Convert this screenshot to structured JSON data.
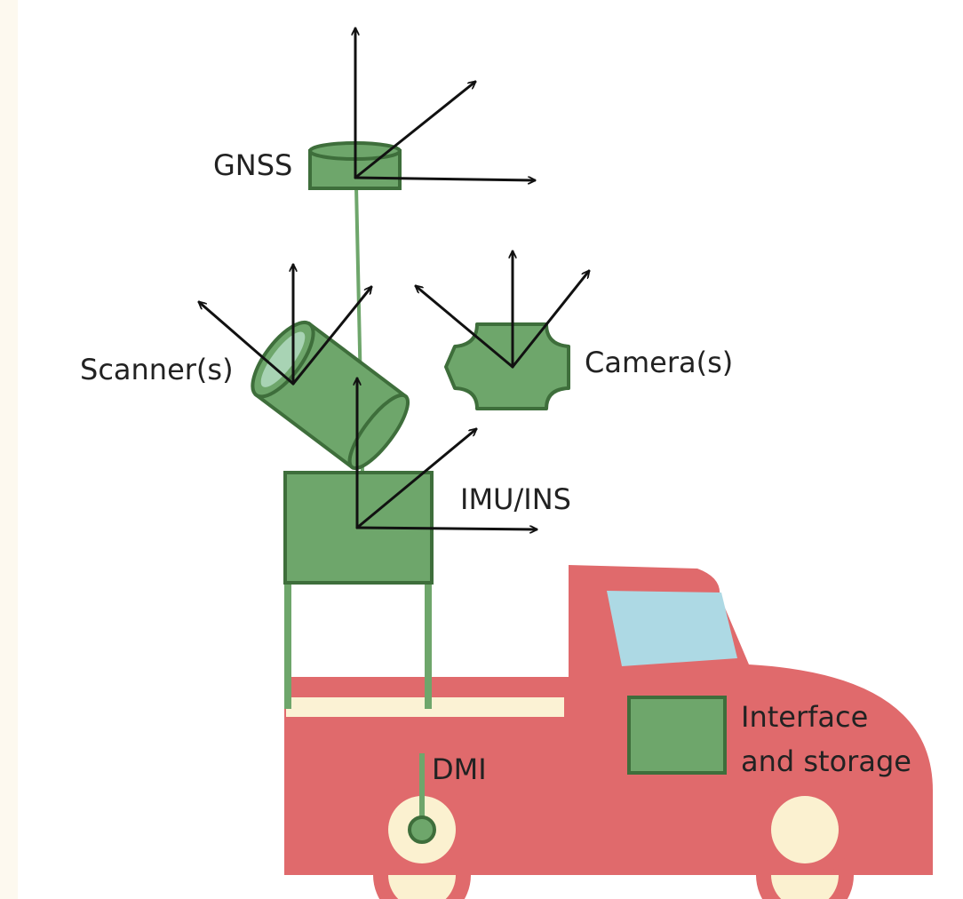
{
  "labels": {
    "gnss": "GNSS",
    "scanner": "Scanner(s)",
    "camera": "Camera(s)",
    "imu": "IMU/INS",
    "interface_line1": "Interface",
    "interface_line2": "and storage",
    "dmi": "DMI"
  },
  "colors": {
    "background": "#fdf9ef",
    "panel": "#ffffff",
    "sensor_fill": "#6ea66b",
    "sensor_stroke": "#3e6e3b",
    "truck_body": "#e06a6c",
    "truck_stripe": "#fbf2d4",
    "window": "#add9e4",
    "wheel": "#fbf1d0",
    "arrow": "#111111",
    "text": "#222222"
  },
  "icons": [
    "gnss-antenna-icon",
    "laser-scanner-icon",
    "camera-icon",
    "imu-box-icon",
    "storage-box-icon",
    "dmi-wheel-sensor-icon",
    "truck-icon"
  ]
}
